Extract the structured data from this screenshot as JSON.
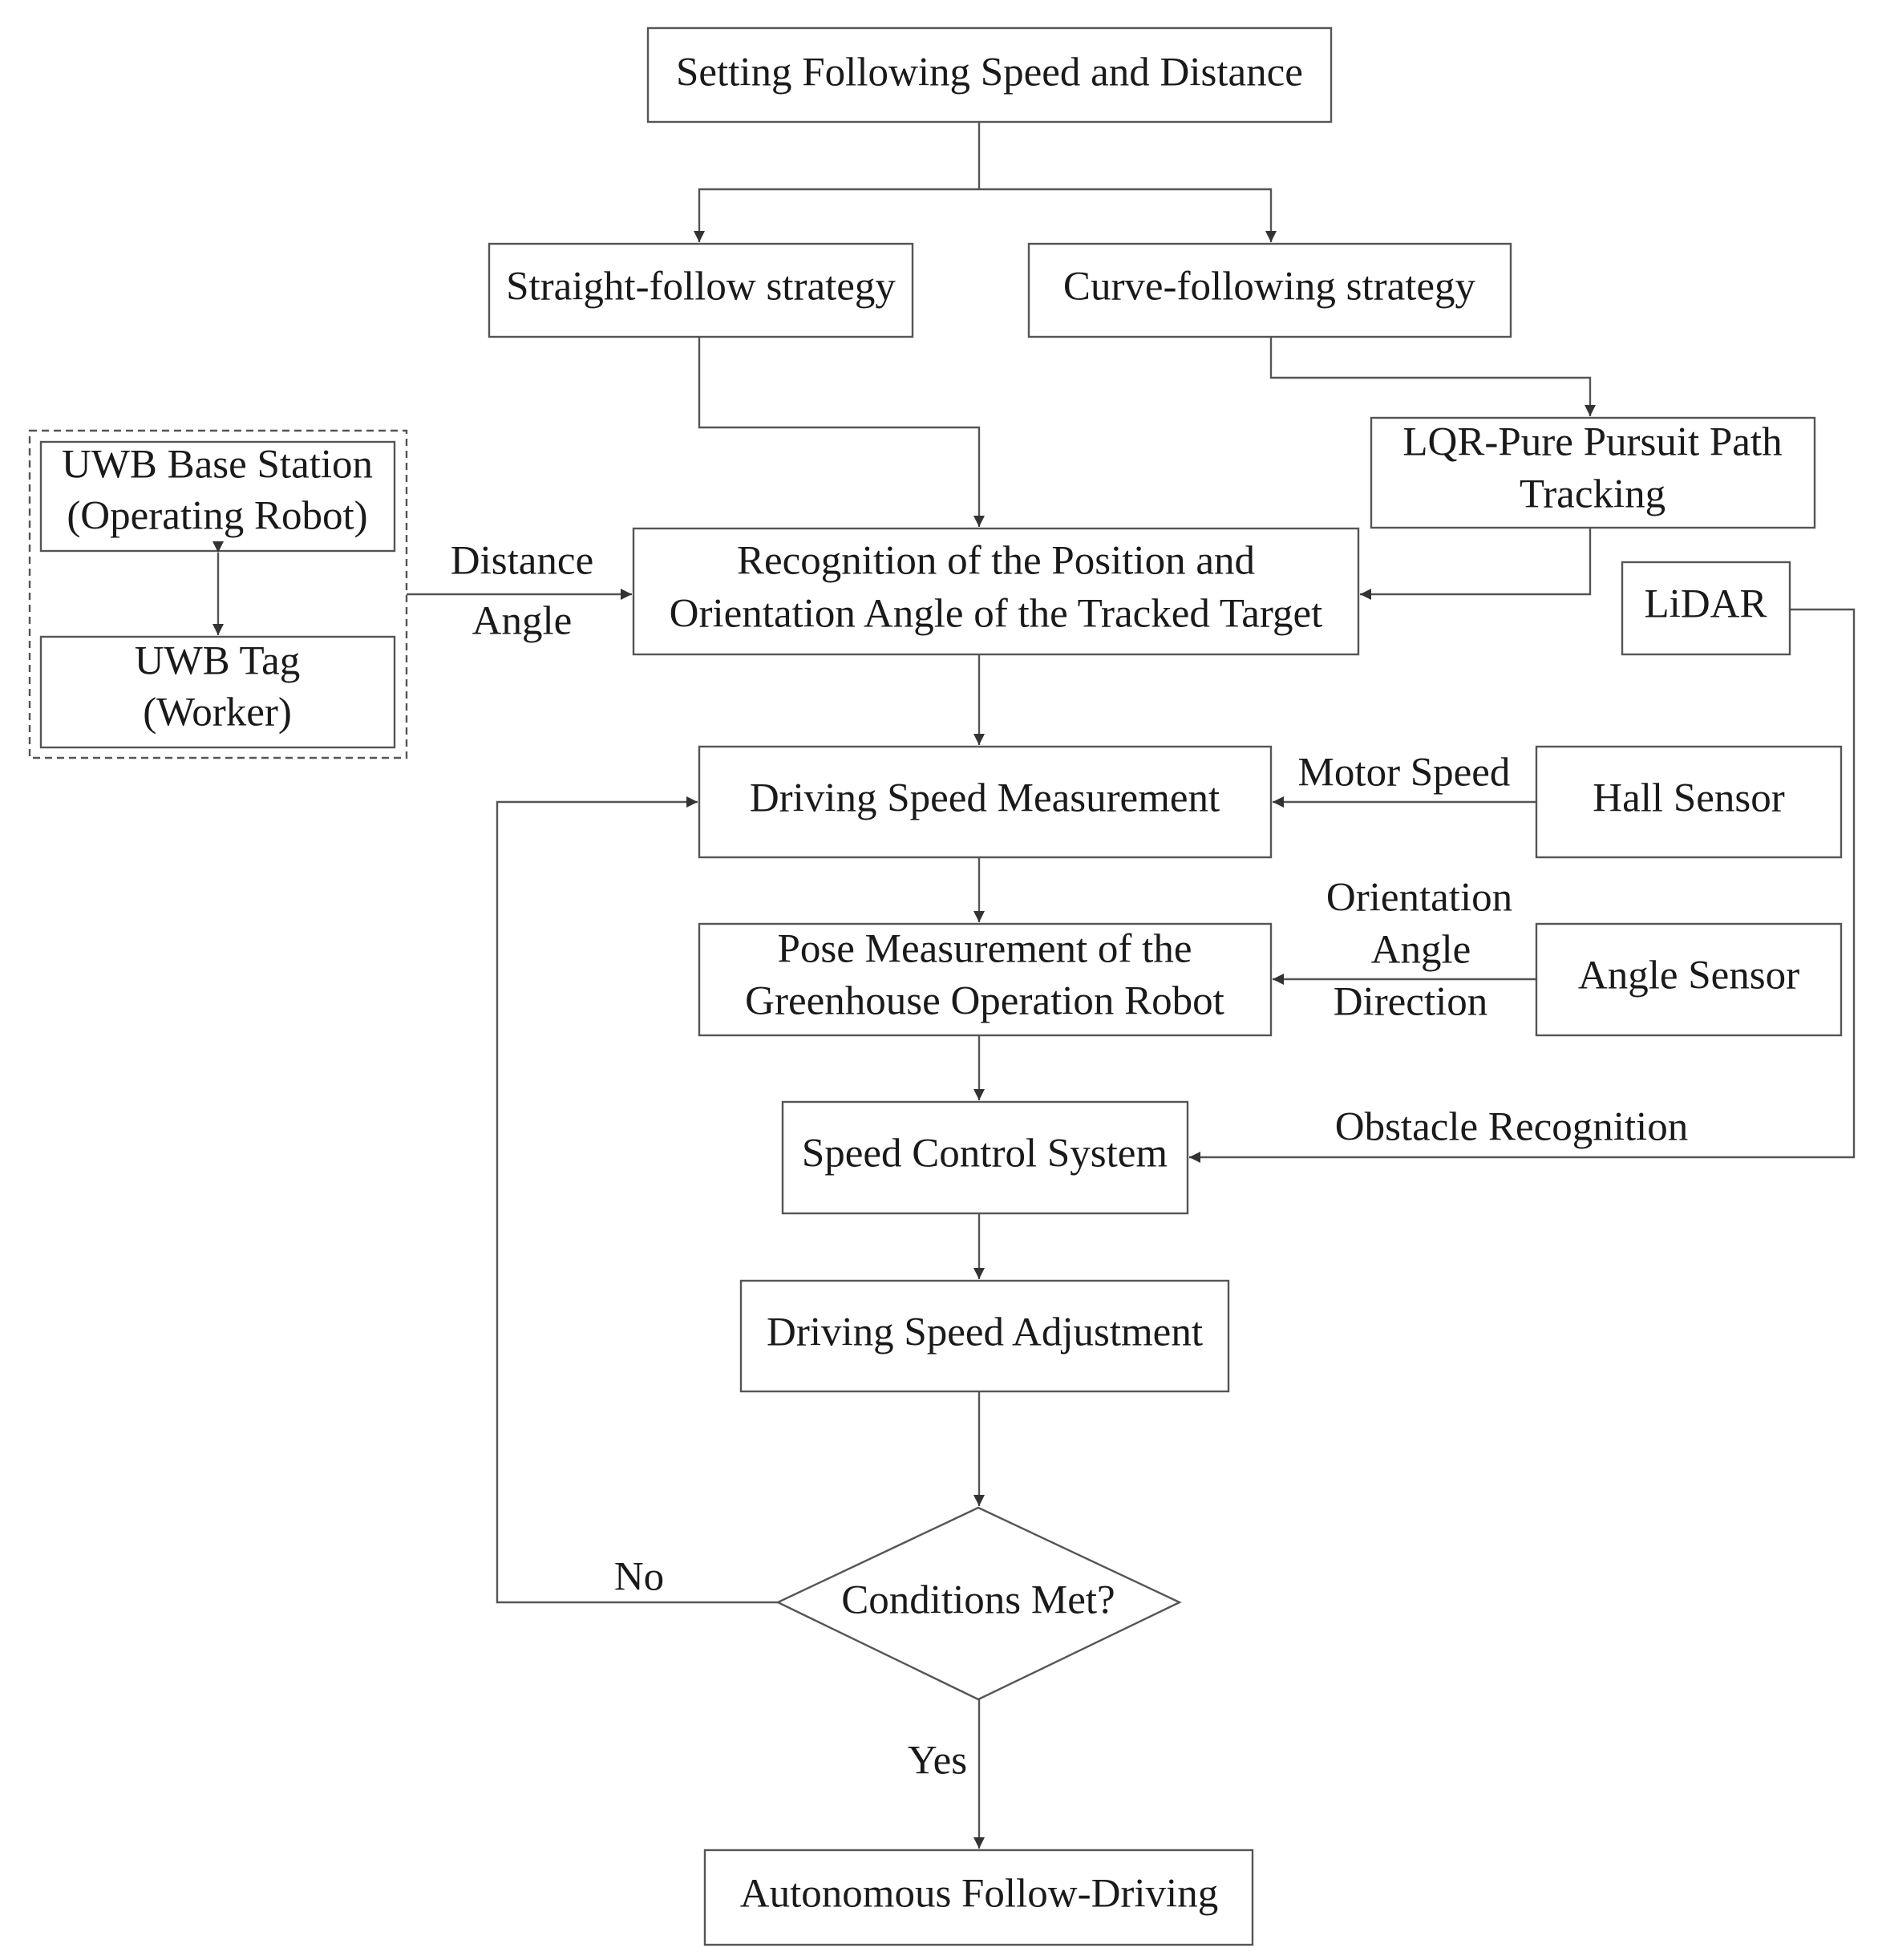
{
  "nodes": {
    "setting": "Setting Following Speed and Distance",
    "straight": "Straight-follow strategy",
    "curve": "Curve-following strategy",
    "lqr_line1": "LQR-Pure Pursuit Path",
    "lqr_line2": "Tracking",
    "uwb_base_line1": "UWB Base Station",
    "uwb_base_line2": "(Operating Robot)",
    "uwb_tag_line1": "UWB Tag",
    "uwb_tag_line2": "(Worker)",
    "recog_line1": "Recognition of the Position and",
    "recog_line2": "Orientation Angle of the Tracked Target",
    "lidar": "LiDAR",
    "drive_measure": "Driving Speed Measurement",
    "hall": "Hall Sensor",
    "pose_line1": "Pose Measurement of the",
    "pose_line2": "Greenhouse Operation Robot",
    "angle_sensor": "Angle Sensor",
    "speed_control": "Speed Control System",
    "drive_adjust": "Driving Speed Adjustment",
    "conditions": "Conditions Met?",
    "autonomous": "Autonomous Follow-Driving"
  },
  "edge_labels": {
    "distance": "Distance",
    "angle": "Angle",
    "motor_speed": "Motor Speed",
    "orientation": "Orientation",
    "angle2": "Angle",
    "direction": "Direction",
    "obstacle": "Obstacle Recognition",
    "no": "No",
    "yes": "Yes"
  }
}
